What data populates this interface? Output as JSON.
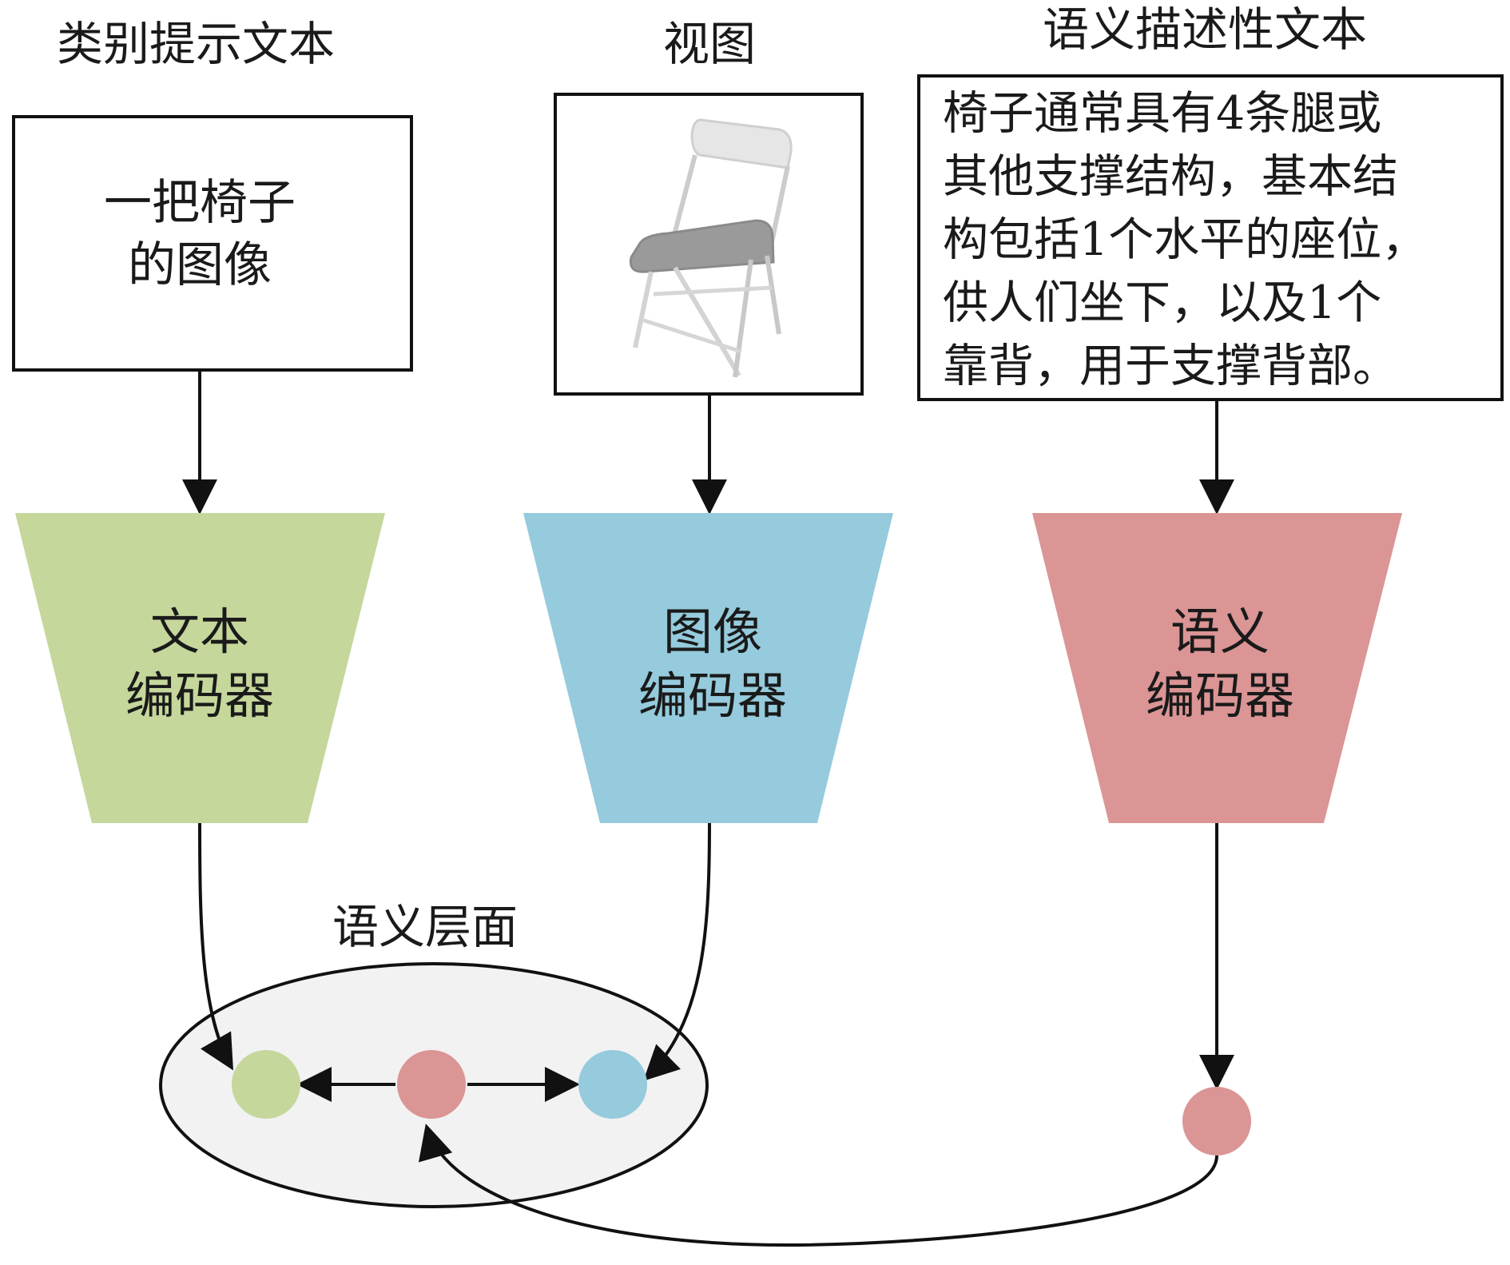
{
  "columns": [
    {
      "heading": "类别提示文本",
      "box_lines": [
        "一把椅子",
        "的图像"
      ],
      "encoder_lines": [
        "文本",
        "编码器"
      ],
      "encoder_color": "#c5d79b"
    },
    {
      "heading": "视图",
      "image_icon": "folding-chair-icon",
      "encoder_lines": [
        "图像",
        "编码器"
      ],
      "encoder_color": "#95cbdc"
    },
    {
      "heading": "语义描述性文本",
      "box_lines": [
        "椅子通常具有4条腿或",
        "其他支撑结构，基本结",
        "构包括1个水平的座位，",
        "供人们坐下，以及1个",
        "靠背，用于支撑背部。"
      ],
      "encoder_lines": [
        "语义",
        "编码器"
      ],
      "encoder_color": "#da9594"
    }
  ],
  "semantic_plane": {
    "label": "语义层面",
    "fill": "#f2f2f2"
  },
  "node_colors": {
    "text": "#c5d79b",
    "semantic": "#da9594",
    "image": "#95cbdc"
  }
}
